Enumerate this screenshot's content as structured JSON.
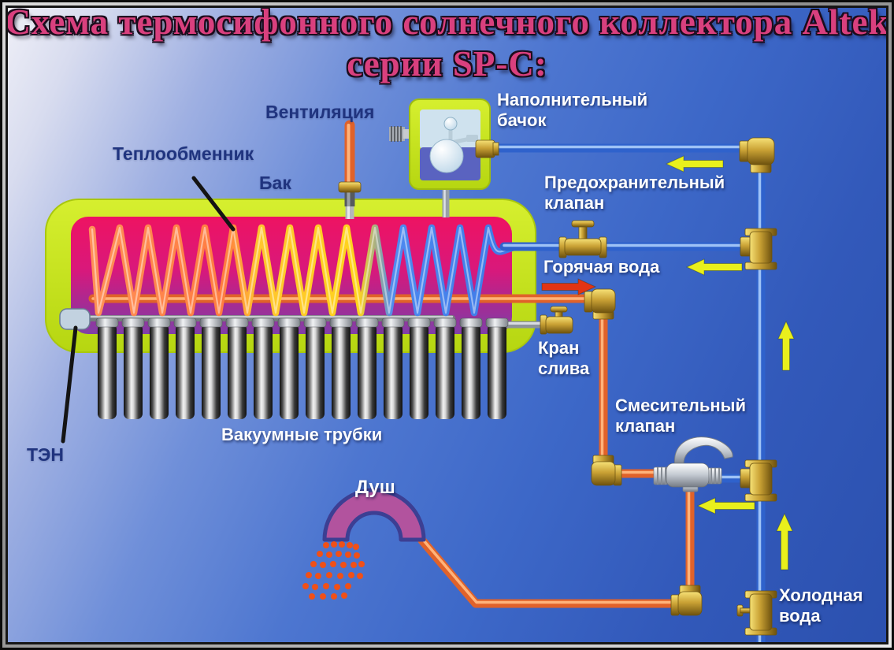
{
  "title": {
    "line1": "Схема термосифонного солнечного коллектора Altek",
    "line2": "серии SP-C:"
  },
  "labels": {
    "ventilation": "Вентиляция",
    "heat_exchanger": "Теплообменник",
    "tank": "Бак",
    "filling_tank": "Наполнительный\nбачок",
    "safety_valve": "Предохранительный\nклапан",
    "hot_water": "Горячая вода",
    "drain_valve": "Кран\nслива",
    "mixing_valve": "Смесительный\nклапан",
    "vacuum_tubes": "Вакуумные трубки",
    "heating_element": "ТЭН",
    "shower": "Душ",
    "cold_water": "Холодная\nвода"
  },
  "colors": {
    "title_pink": "#d9407e",
    "tank_shell_lime": "#cce81c",
    "tank_interior_top": "#ee1362",
    "tank_interior_bottom": "#8140a8",
    "hot_pipe_orange": "#f08048",
    "cold_pipe_blue": "#3a6fd6",
    "brass": "#caa235",
    "arrow_yellow": "#e9f01c",
    "arrow_red": "#e23414",
    "label_navy": "#20347f",
    "label_white": "#ffffff"
  }
}
